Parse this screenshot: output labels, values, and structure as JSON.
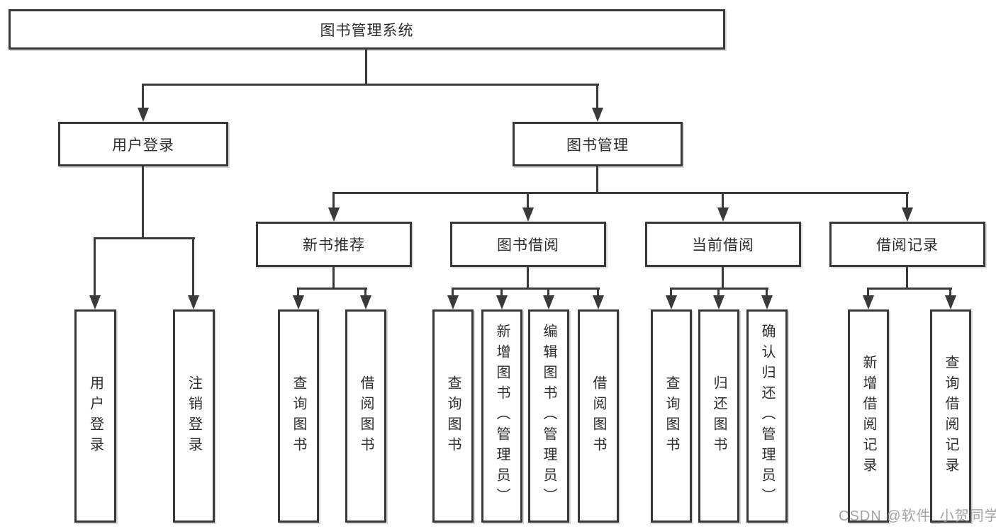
{
  "tree": {
    "root": "图书管理系统",
    "branches": {
      "user_login": {
        "label": "用户登录",
        "children": [
          "用户登录",
          "注销登录"
        ]
      },
      "book_mgmt": {
        "label": "图书管理",
        "sections": [
          {
            "label": "新书推荐",
            "children": [
              "查询图书",
              "借阅图书"
            ]
          },
          {
            "label": "图书借阅",
            "children": [
              "查询图书",
              "新增图书（管理员）",
              "编辑图书（管理员）",
              "借阅图书"
            ]
          },
          {
            "label": "当前借阅",
            "children": [
              "查询图书",
              "归还图书",
              "确认归还（管理员）"
            ]
          },
          {
            "label": "借阅记录",
            "children": [
              "新增借阅记录",
              "查询借阅记录"
            ]
          }
        ]
      }
    }
  },
  "watermark": {
    "text": "CSDN @软件_小贺同学"
  },
  "colors": {
    "line": "#3a3a3a",
    "text": "#2d2d2d",
    "box_bg": "#ffffff",
    "watermark": "#8c8c8c"
  }
}
